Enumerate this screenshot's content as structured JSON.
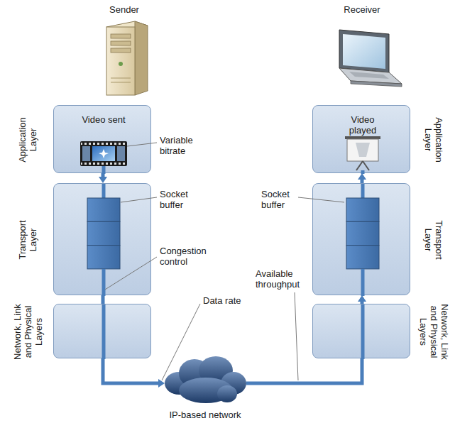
{
  "diagram": {
    "nodes": [
      {
        "text": [
          "Video sent",
          "Application Layer"
        ]
      },
      {
        "text": [
          "Transport Layer"
        ]
      },
      {
        "text": [
          "Network, Link and Physical Layers"
        ]
      },
      {
        "text": [
          "Video played",
          "Application Layer"
        ]
      },
      {
        "text": [
          "Transport Layer"
        ]
      },
      {
        "text": [
          "Network, Link and Physical Layers"
        ]
      },
      {
        "text": [
          "IP-based network"
        ]
      }
    ],
    "edges": [
      {
        "from": 0,
        "to": 1,
        "arrow": "to"
      },
      {
        "from": 1,
        "to": 2,
        "arrow": "none"
      },
      {
        "from": 2,
        "to": 6,
        "arrow": "to"
      },
      {
        "from": 6,
        "to": 5,
        "arrow": "none"
      },
      {
        "from": 5,
        "to": 4,
        "arrow": "to"
      },
      {
        "from": 4,
        "to": 3,
        "arrow": "to"
      }
    ],
    "labels": [
      "Sender",
      "Receiver",
      "Variable bitrate",
      "Socket buffer",
      "Congestion control",
      "Data rate",
      "Socket buffer",
      "Available throughput"
    ]
  }
}
